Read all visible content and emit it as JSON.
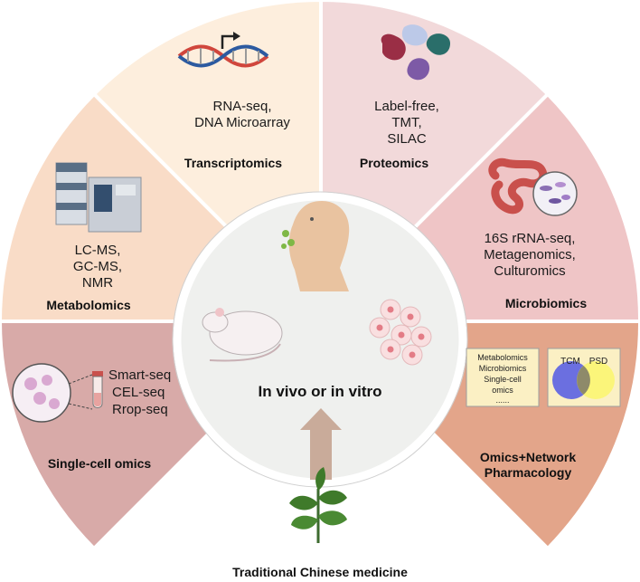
{
  "center": {
    "label": "In vivo or in vitro"
  },
  "bottom": {
    "label": "Traditional Chinese medicine"
  },
  "sectors": {
    "transcriptomics": {
      "title": "Transcriptomics",
      "methods": [
        "RNA-seq,",
        "DNA Microarray"
      ],
      "color": "#fdeedd"
    },
    "proteomics": {
      "title": "Proteomics",
      "methods": [
        "Label-free,",
        "TMT,",
        "SILAC"
      ],
      "color": "#f2d9da"
    },
    "metabolomics": {
      "title": "Metabolomics",
      "methods": [
        "LC-MS,",
        "GC-MS,",
        "NMR"
      ],
      "color": "#f9dcc7"
    },
    "microbiomics": {
      "title": "Microbiomics",
      "methods": [
        "16S rRNA-seq,",
        "Metagenomics,",
        "Culturomics"
      ],
      "color": "#efc5c6"
    },
    "singlecell": {
      "title": "Single-cell omics",
      "methods": [
        "Smart-seq",
        "CEL-seq",
        "Rrop-seq"
      ],
      "color": "#d8aaa8"
    },
    "network": {
      "title_lines": [
        "Omics+Network",
        "Pharmacology"
      ],
      "color": "#e3a58a",
      "box_items": [
        "Metabolomics",
        "Microbiomics",
        "Single-cell",
        "omics",
        "......"
      ],
      "venn": [
        "TCM",
        "PSD"
      ]
    }
  }
}
